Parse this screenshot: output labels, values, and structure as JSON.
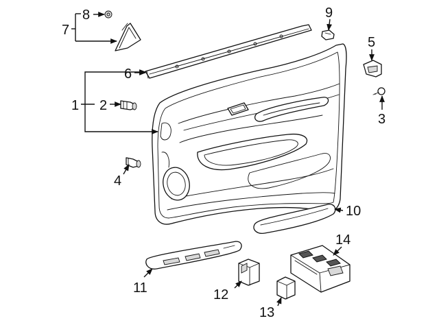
{
  "diagram": {
    "callouts": {
      "c1": "1",
      "c2": "2",
      "c3": "3",
      "c4": "4",
      "c5": "5",
      "c6": "6",
      "c7": "7",
      "c8": "8",
      "c9": "9",
      "c10": "10",
      "c11": "11",
      "c12": "12",
      "c13": "13",
      "c14": "14"
    },
    "colors": {
      "ink": "#111111",
      "background": "#ffffff",
      "shade": "#d9d9d9"
    }
  }
}
